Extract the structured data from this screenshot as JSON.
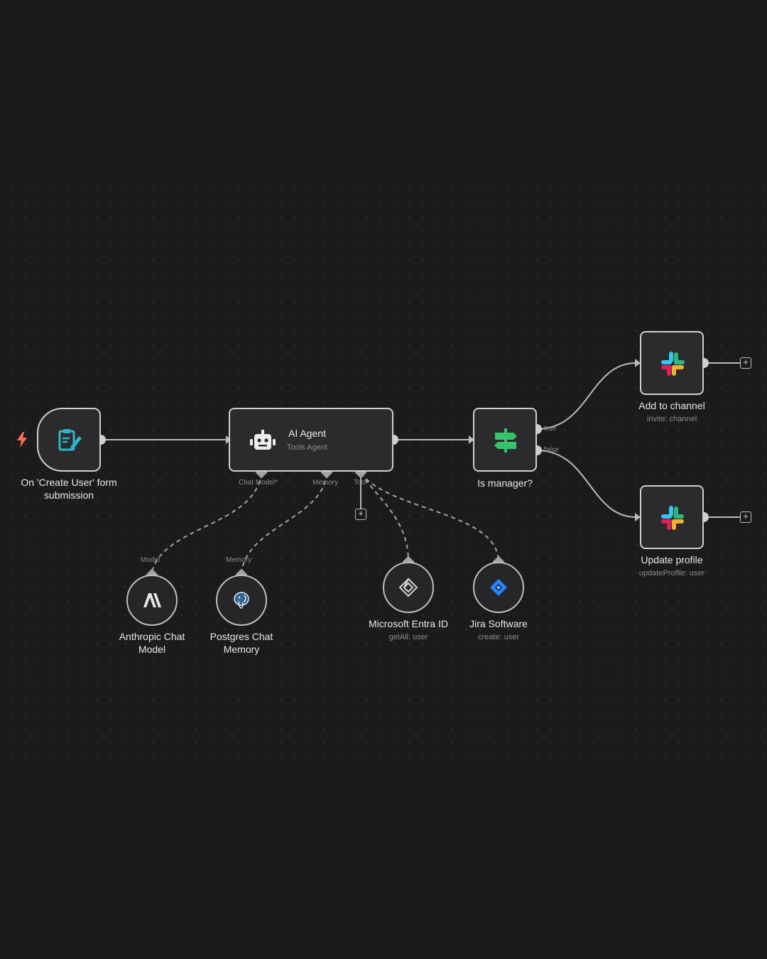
{
  "nodes": {
    "trigger": {
      "label_line1": "On 'Create User' form",
      "label_line2": "submission",
      "icon": "form-edit-icon"
    },
    "agent": {
      "title": "AI Agent",
      "subtitle": "Tools Agent",
      "icon": "robot-icon"
    },
    "if": {
      "label": "Is manager?",
      "icon": "signpost-icon"
    },
    "slack_channel": {
      "label": "Add to channel",
      "sub": "invite: channel",
      "icon": "slack-icon"
    },
    "slack_profile": {
      "label": "Update profile",
      "sub": "updateProfile: user",
      "icon": "slack-icon"
    },
    "anthropic": {
      "label_line1": "Anthropic Chat",
      "label_line2": "Model",
      "icon": "anthropic-icon"
    },
    "postgres": {
      "label_line1": "Postgres Chat",
      "label_line2": "Memory",
      "icon": "postgres-icon"
    },
    "entra": {
      "label": "Microsoft Entra ID",
      "sub": "getAll: user",
      "icon": "entra-icon"
    },
    "jira": {
      "label": "Jira Software",
      "sub": "create: user",
      "icon": "jira-icon"
    }
  },
  "ports": {
    "chat_model": "Chat Model*",
    "memory": "Memory",
    "tool": "Tool",
    "model_in": "Model",
    "memory_in": "Memory",
    "true": "true",
    "false": "false"
  },
  "colors": {
    "background": "#1b1b1c",
    "node": "#2b2b2d",
    "border": "#cfcfd2",
    "trigger_bolt": "#ff6d5a",
    "form_icon": "#2fb7c9",
    "if_icon": "#35c46b",
    "jira": "#2684ff"
  }
}
